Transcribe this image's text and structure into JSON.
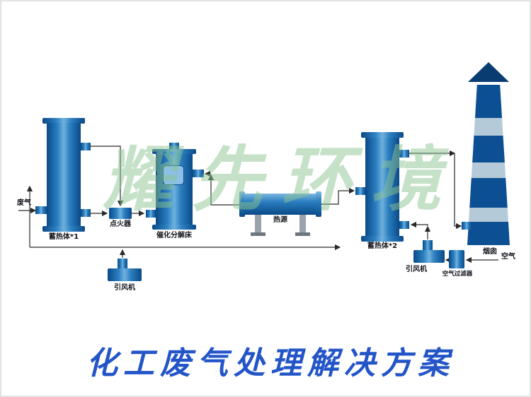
{
  "watermark": {
    "text": "耀先环境"
  },
  "title": {
    "text": "化工废气处理解决方案"
  },
  "labels": {
    "waste_gas": "废气",
    "regenerator1": "蓄热体*1",
    "igniter": "点火器",
    "catalytic_bed": "催化分解床",
    "heat_source": "热源",
    "regenerator2": "蓄热体*2",
    "chimney": "烟囱",
    "fan1": "引风机",
    "fan2": "引风机",
    "air_filter": "空气过滤器",
    "air": "空气"
  },
  "colors": {
    "equipment_dark": "#0a4a88",
    "equipment_light": "#6fb1de",
    "chimney_band_light": "#b5cad8",
    "chimney_cap": "#093d72",
    "watermark_green": "#8cc391",
    "title_blue": "#2355c8",
    "line": "#2a2a2a"
  }
}
